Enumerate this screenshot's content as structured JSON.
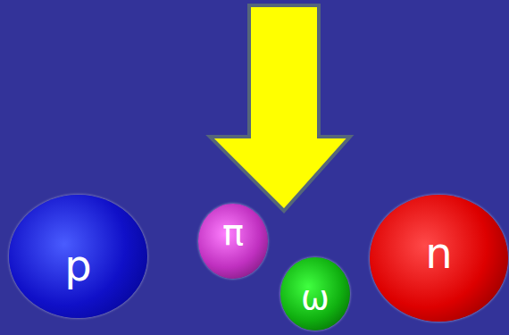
{
  "diagram": {
    "nodes": [
      {
        "text": [
          "p"
        ]
      },
      {
        "text": [
          "π"
        ]
      },
      {
        "text": [
          "ω"
        ]
      },
      {
        "text": [
          "n"
        ]
      }
    ]
  }
}
